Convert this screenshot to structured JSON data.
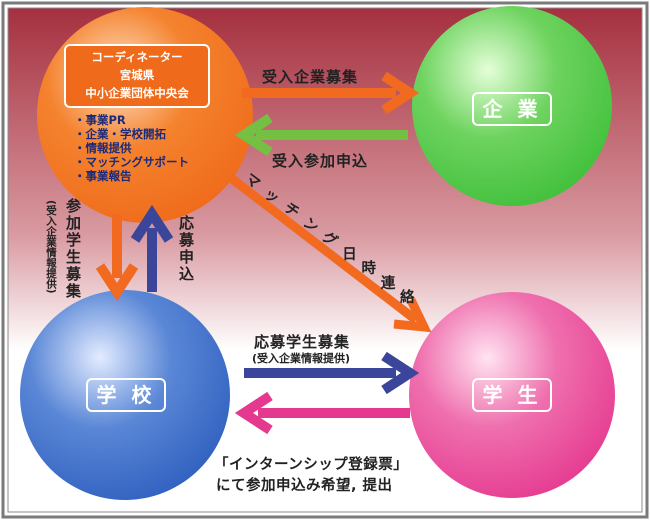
{
  "nodes": {
    "coordinator": {
      "lines": [
        "コーディネーター",
        "宮城県",
        "中小企業団体中央会"
      ],
      "services": [
        "事業PR",
        "企業・学校開拓",
        "情報提供",
        "マッチングサポート",
        "事業報告"
      ],
      "color": "#ef6a1a"
    },
    "company": {
      "label": "企 業",
      "color": "#3fbf3a"
    },
    "school": {
      "label": "学 校",
      "color": "#2f5fbf"
    },
    "student": {
      "label": "学 生",
      "color": "#e5398f"
    }
  },
  "flows": {
    "coordinator_to_company": {
      "label": "受入企業募集",
      "color": "#f26a1f"
    },
    "company_to_coordinator": {
      "label": "受入参加申込",
      "color": "#74c043"
    },
    "coordinator_to_student": {
      "label": "マッチング日時連絡",
      "color": "#f26a1f"
    },
    "coordinator_to_school": {
      "label": "参加学生募集",
      "sublabel": "(受入企業情報提供)",
      "color": "#f26a1f"
    },
    "school_to_coordinator": {
      "label": "応募申込",
      "color": "#3b469b"
    },
    "school_to_student": {
      "label": "応募学生募集",
      "sublabel": "(受入企業情報提供)",
      "color": "#3b469b"
    },
    "student_to_school": {
      "label_line1": "「インターンシップ登録票」",
      "label_line2": "にて参加申込み希望, 提出",
      "color": "#e5398f"
    }
  },
  "background": {
    "top": "#a5303f",
    "bottom": "#ffffff"
  }
}
